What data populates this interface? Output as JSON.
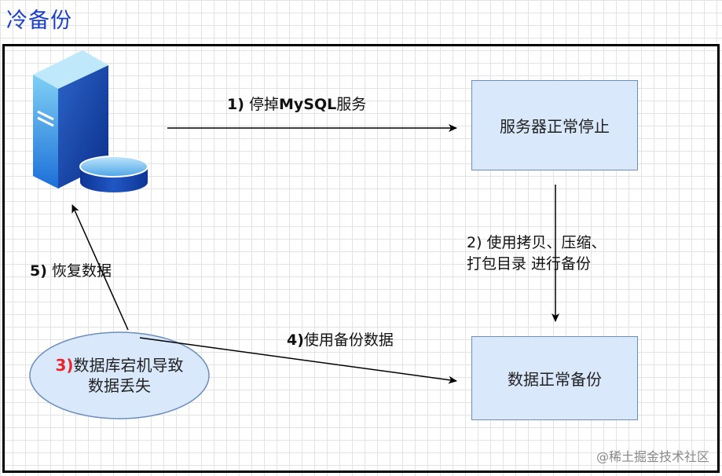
{
  "page_title": "冷备份",
  "nodes": {
    "server_stopped": "服务器正常停止",
    "backup_normal": "数据正常备份",
    "crash_prefix": "3)",
    "crash_line1": "数据库宕机导致",
    "crash_line2": "数据丢失"
  },
  "edges": {
    "step1_num": "1)",
    "step1_text": "停掉",
    "step1_bold": "MySQL",
    "step1_suffix": "服务",
    "step2_line1": "2) 使用拷贝、压缩、",
    "step2_line2": "打包目录 进行备份",
    "step4_num": "4)",
    "step4_text": "使用备份数据",
    "step5_num": "5)",
    "step5_text": "恢复数据"
  },
  "watermark": "@稀土掘金技术社区",
  "colors": {
    "title": "#1a3fc8",
    "box_fill": "#dae8fc",
    "box_stroke": "#6c8ebf",
    "ellipse_fill": "#dae8fc",
    "accent_red": "#e8262a"
  },
  "icons": {
    "server": "server-database-icon"
  }
}
